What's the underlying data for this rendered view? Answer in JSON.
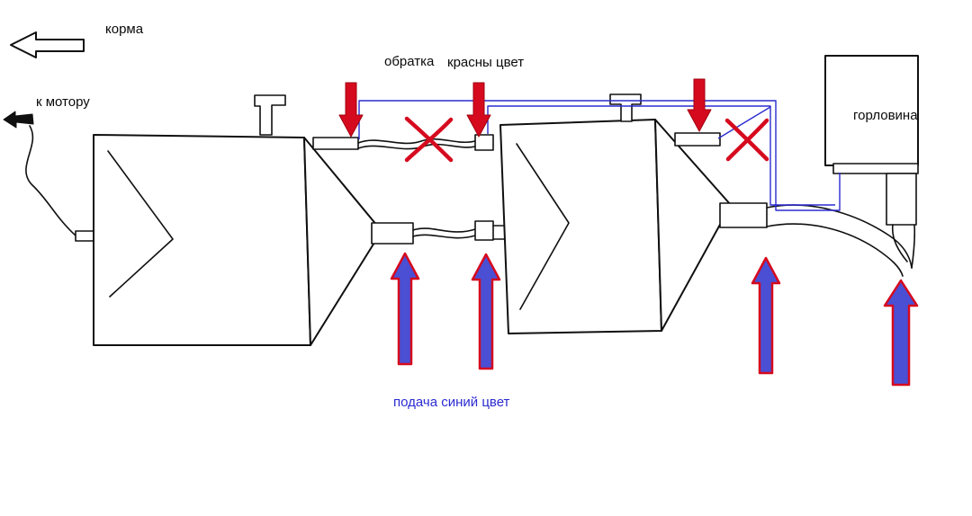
{
  "diagram": {
    "labels": {
      "stern": "корма",
      "to_motor": "к мотору",
      "return_line": "обратка",
      "red_color": "красны цвет",
      "filler_neck": "горловина",
      "supply": "подача синий цвет"
    },
    "colors": {
      "red": "#d60a1e",
      "blue_arrow": "#4a4fd4",
      "blue_line": "#2b2bd0",
      "ink": "#101010",
      "background": "#ffffff"
    }
  }
}
